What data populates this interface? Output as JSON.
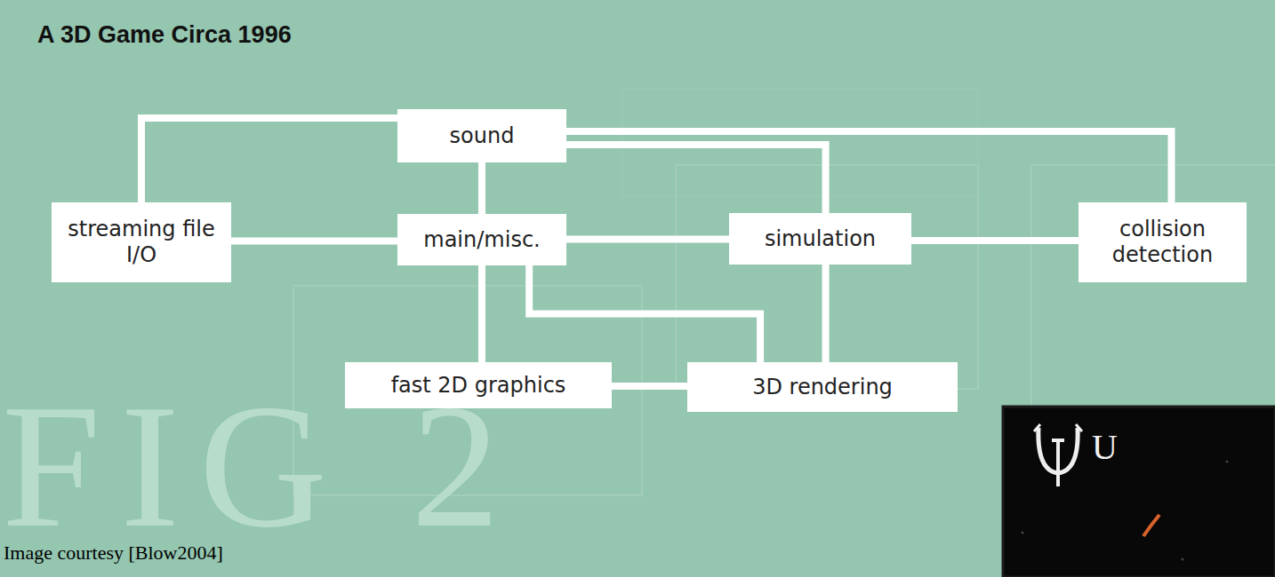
{
  "diagram": {
    "title": "A 3D Game Circa 1996",
    "nodes": [
      {
        "text": [
          "sound"
        ]
      },
      {
        "text": [
          "streaming file I/O"
        ]
      },
      {
        "text": [
          "main/misc."
        ]
      },
      {
        "text": [
          "simulation"
        ]
      },
      {
        "text": [
          "collision detection"
        ]
      },
      {
        "text": [
          "fast 2D graphics"
        ]
      },
      {
        "text": [
          "3D rendering"
        ]
      }
    ],
    "edges": [
      {
        "from": 0,
        "to": 1,
        "arrow": "none"
      },
      {
        "from": 0,
        "to": 2,
        "arrow": "none"
      },
      {
        "from": 0,
        "to": 3,
        "arrow": "none"
      },
      {
        "from": 0,
        "to": 4,
        "arrow": "none"
      },
      {
        "from": 1,
        "to": 2,
        "arrow": "none"
      },
      {
        "from": 2,
        "to": 3,
        "arrow": "none"
      },
      {
        "from": 3,
        "to": 4,
        "arrow": "none"
      },
      {
        "from": 2,
        "to": 5,
        "arrow": "none"
      },
      {
        "from": 2,
        "to": 6,
        "arrow": "none"
      },
      {
        "from": 3,
        "to": 6,
        "arrow": "none"
      },
      {
        "from": 5,
        "to": 6,
        "arrow": "none"
      }
    ],
    "labels": [
      "FIG 2",
      "Image courtesy [Blow2004]",
      "U"
    ]
  }
}
